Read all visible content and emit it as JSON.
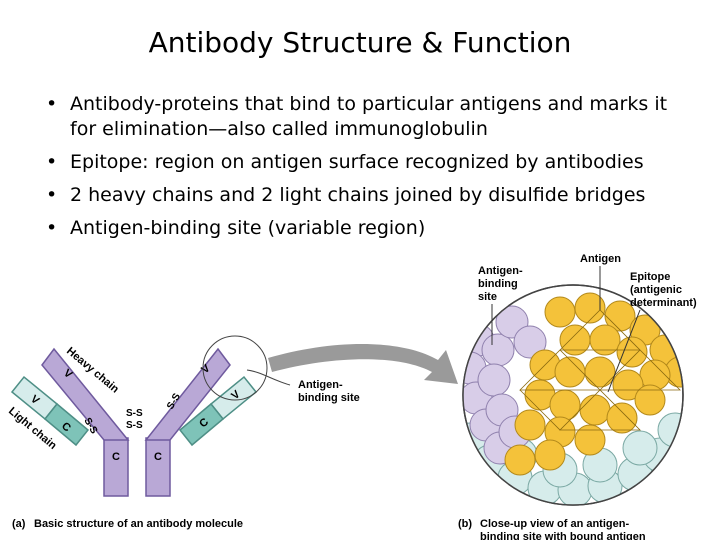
{
  "slide": {
    "title": "Antibody Structure & Function",
    "bullets": [
      "Antibody-proteins that bind to particular antigens and marks it for elimination—also called immunoglobulin",
      "Epitope: region on antigen surface recognized by antibodies",
      "2 heavy chains and 2 light chains joined by disulfide bridges",
      "Antigen-binding site (variable region)"
    ]
  },
  "figure_a": {
    "heavy_chain": "Heavy chain",
    "light_chain": "Light chain",
    "v": "V",
    "c": "C",
    "ss": "S-S",
    "antigen_binding_line1": "Antigen-",
    "antigen_binding_line2": "binding site",
    "caption_tag": "(a)",
    "caption": "Basic structure of an antibody molecule"
  },
  "figure_b": {
    "antigen": "Antigen",
    "abs_line1": "Antigen-",
    "abs_line2": "binding",
    "abs_line3": "site",
    "epitope_line1": "Epitope",
    "epitope_line2": "(antigenic",
    "epitope_line3": "determinant)",
    "caption_tag": "(b)",
    "caption_line1": "Close-up view of an antigen-",
    "caption_line2": "binding site with bound antigen"
  },
  "colors": {
    "heavy": "#b9a8d6",
    "heavy_stroke": "#6f5a9e",
    "light_v": "#d6eceb",
    "light_c": "#7ec3b8",
    "antigen": "#f4c23a",
    "arrow": "#9a9a9a"
  }
}
